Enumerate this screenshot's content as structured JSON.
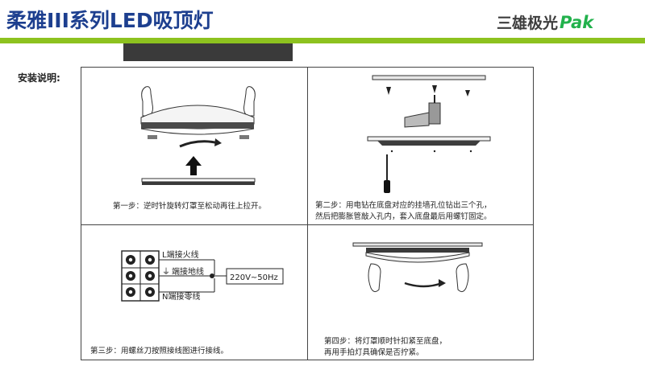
{
  "header": {
    "title": "柔雅III系列LED吸顶灯",
    "brand_cn": "三雄极光",
    "brand_en": "Pak"
  },
  "section_label": "安装说明:",
  "steps": [
    {
      "caption": "第一步：逆时针旋转灯罩至松动再往上拉开。"
    },
    {
      "caption_line1": "第二步：用电钻在底盘对应的挂墙孔位钻出三个孔，",
      "caption_line2": "然后把膨胀管敲入孔内，套入底盘最后用螺钉固定。"
    },
    {
      "caption": "第三步：用螺丝刀按照接线图进行接线。"
    },
    {
      "caption_line1": "第四步：将灯罩顺时针扣紧至底盘，",
      "caption_line2": "再用手拍灯具确保是否拧紧。"
    }
  ],
  "wiring": {
    "l_label": "L端接火线",
    "ground_symbol": "⏚",
    "ground_label": "端接地线",
    "n_label": "N端接零线",
    "voltage": "220V~50Hz"
  },
  "colors": {
    "title": "#1d3f8f",
    "brand_green": "#22b14c",
    "accent_bar": "#8dc21f",
    "dark_bar": "#3a3a3a"
  }
}
